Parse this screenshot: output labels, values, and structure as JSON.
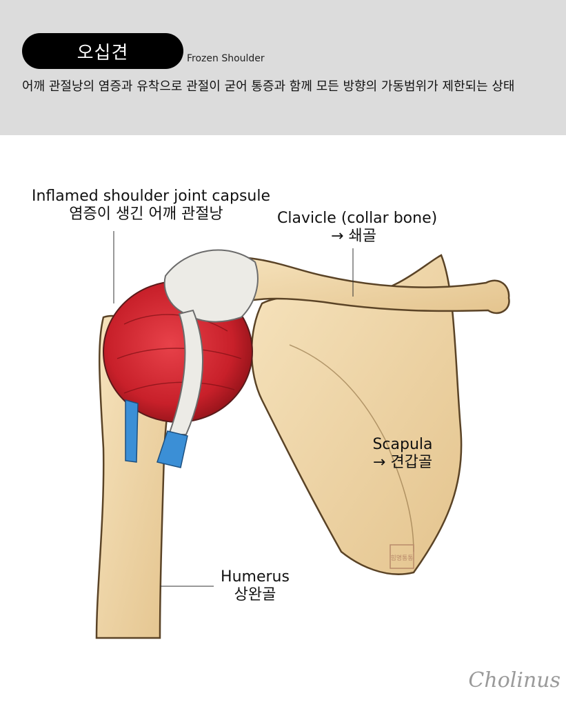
{
  "header": {
    "title": "오십견",
    "english_title": "Frozen Shoulder",
    "description": "어깨 관절낭의 염증과 유착으로 관절이 굳어 통증과 함께 모든 방향의 가동범위가 제한되는 상태"
  },
  "labels": {
    "capsule_en": "Inflamed shoulder joint capsule",
    "capsule_ko": "염증이 생긴 어깨 관절낭",
    "clavicle_en": "Clavicle (collar bone)",
    "clavicle_ko": "→ 쇄골",
    "scapula_en": "Scapula",
    "scapula_ko": "→ 견갑골",
    "humerus_en": "Humerus",
    "humerus_ko": "상완골"
  },
  "stamp_text": "힘명통통",
  "signature": "Cholinus",
  "colors": {
    "header_bg": "#dcdcdc",
    "bone": "#efd7a8",
    "capsule": "#d8262e",
    "tendon_blue": "#3b8fd6",
    "ligament": "#ecebe6"
  }
}
